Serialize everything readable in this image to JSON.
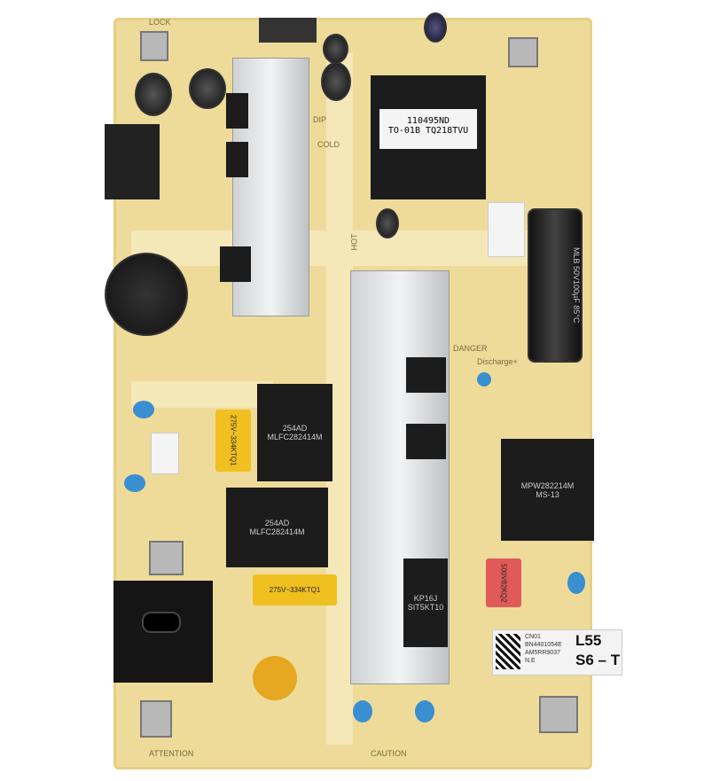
{
  "board": {
    "transformer_main": {
      "line1": "110495ND",
      "line2": "TO-01B TQ218TVU"
    },
    "label": {
      "connector": "CN01",
      "part_no": "BN4401054E",
      "serial": "AM5RR9037",
      "rev": "N.E",
      "model": "L55",
      "variant": "S6 – T"
    },
    "silkscreen": {
      "lock": "LOCK",
      "dip": "DIP",
      "cold": "COLD",
      "hot": "HOT",
      "danger": "DANGER",
      "discharge": "Discharge+",
      "attention": "ATTENTION",
      "caution": "CAUTION"
    },
    "x_capacitor_1": "275V~334KTQ1",
    "x_capacitor_2": "275V~334KTQ1",
    "x_capacitor_red": "500V82KQ2",
    "choke_1": {
      "line1": "254AD",
      "line2": "MLFC282414M"
    },
    "choke_2": {
      "line1": "254AD",
      "line2": "MLFC282414M"
    },
    "transformer_small": {
      "line1": "MPW282214M",
      "line2": "MS-13"
    },
    "bridge": {
      "line1": "KP16J",
      "line2": "SIT5KT10"
    },
    "electrolytic_big": "MLB 50V100µF 85°C"
  },
  "colors": {
    "pcb": "#eedb9a",
    "heatsink": "#d8dadc",
    "blue_caps": "#3a8fd0",
    "label": "#f3f3f3"
  }
}
